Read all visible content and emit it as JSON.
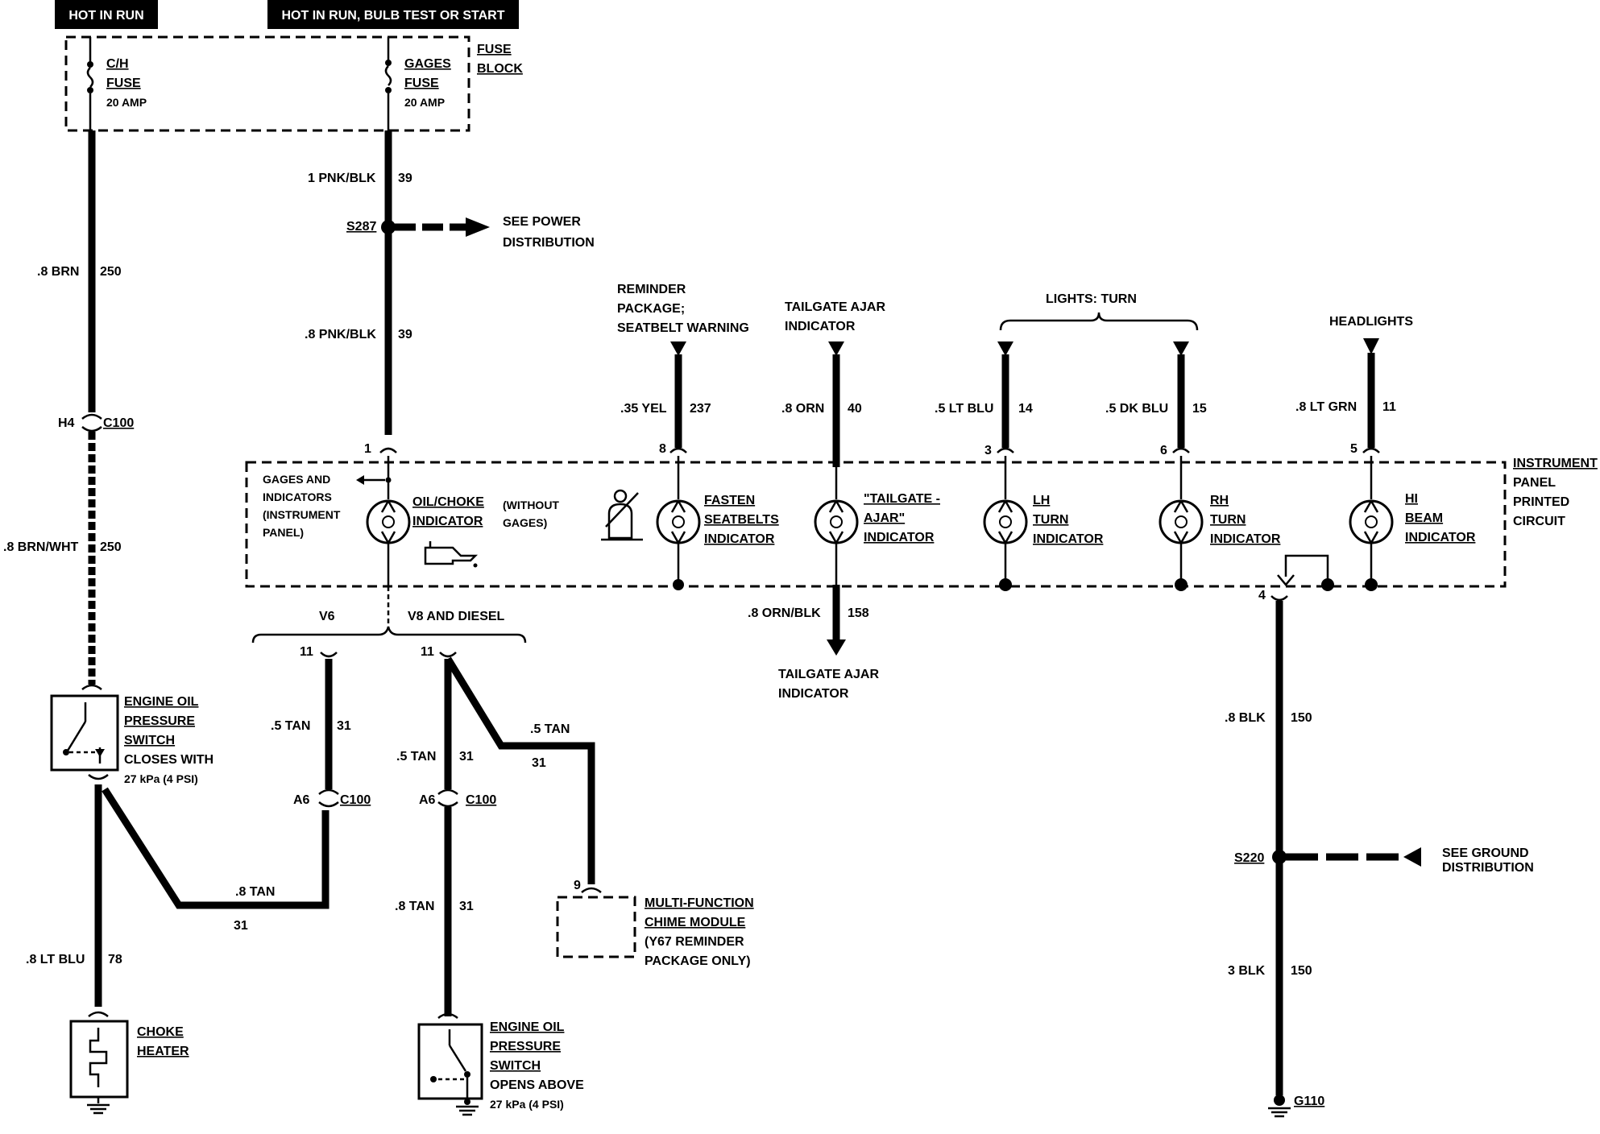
{
  "headers": {
    "hot_in_run": "HOT IN RUN",
    "hot_in_run_bulb": "HOT IN RUN, BULB TEST OR START"
  },
  "fuse_block": {
    "label_1": "FUSE",
    "label_2": "BLOCK",
    "ch_fuse_1": "C/H",
    "ch_fuse_2": "FUSE",
    "ch_fuse_amp": "20 AMP",
    "gages_fuse_1": "GAGES",
    "gages_fuse_2": "FUSE",
    "gages_fuse_amp": "20 AMP"
  },
  "wires": {
    "w250_top_gauge": ".8 BRN",
    "w250_top_num": "250",
    "w250_bot_gauge": ".8 BRN/WHT",
    "w250_bot_num": "250",
    "w39_top_gauge": "1 PNK/BLK",
    "w39_top_num": "39",
    "w39_bot_gauge": ".8 PNK/BLK",
    "w39_bot_num": "39",
    "w237_gauge": ".35 YEL",
    "w237_num": "237",
    "w40_gauge": ".8 ORN",
    "w40_num": "40",
    "w14_gauge": ".5 LT BLU",
    "w14_num": "14",
    "w15_gauge": ".5 DK BLU",
    "w15_num": "15",
    "w11_gauge": ".8 LT GRN",
    "w11_num": "11",
    "w158_gauge": ".8 ORN/BLK",
    "w158_num": "158",
    "w150_top_gauge": ".8 BLK",
    "w150_top_num": "150",
    "w150_bot_gauge": "3 BLK",
    "w150_bot_num": "150",
    "w31_v6_gauge": ".5 TAN",
    "w31_v6_num": "31",
    "w31_v8_gauge": ".5 TAN",
    "w31_v8_num": "31",
    "w31_chime_gauge": ".5 TAN",
    "w31_chime_num": "31",
    "w31_diag_gauge": ".8 TAN",
    "w31_diag_num": "31",
    "w31_v8_bot_gauge": ".8 TAN",
    "w31_v8_bot_num": "31",
    "w78_gauge": ".8 LT BLU",
    "w78_num": "78"
  },
  "splices": {
    "s287": "S287",
    "s220": "S220"
  },
  "connectors": {
    "h4": "H4",
    "c100_a": "C100",
    "a6_a": "A6",
    "c100_b": "C100",
    "a6_b": "A6",
    "c100_c": "C100",
    "pin_1": "1",
    "pin_8": "8",
    "pin_3": "3",
    "pin_6": "6",
    "pin_5": "5",
    "pin_4": "4",
    "pin_11_a": "11",
    "pin_11_b": "11",
    "pin_9": "9"
  },
  "references": {
    "power_1": "SEE POWER",
    "power_2": "DISTRIBUTION",
    "ground_1": "SEE GROUND",
    "ground_2": "DISTRIBUTION",
    "reminder_1": "REMINDER",
    "reminder_2": "PACKAGE;",
    "reminder_3": "SEATBELT WARNING",
    "tailgate_in_1": "TAILGATE AJAR",
    "tailgate_in_2": "INDICATOR",
    "lights_turn": "LIGHTS:  TURN",
    "headlights": "HEADLIGHTS",
    "tailgate_out_1": "TAILGATE AJAR",
    "tailgate_out_2": "INDICATOR"
  },
  "panel": {
    "label_1": "INSTRUMENT",
    "label_2": "PANEL",
    "label_3": "PRINTED",
    "label_4": "CIRCUIT",
    "gages_1": "GAGES AND",
    "gages_2": "INDICATORS",
    "gages_3": "(INSTRUMENT",
    "gages_4": "PANEL)",
    "oil_1": "OIL/CHOKE",
    "oil_2": "INDICATOR",
    "without_1": "(WITHOUT",
    "without_2": "GAGES)",
    "fasten_1": "FASTEN",
    "fasten_2": "SEATBELTS",
    "fasten_3": "INDICATOR",
    "tailgate_1": "\"TAILGATE -",
    "tailgate_2": "AJAR\"",
    "tailgate_3": "INDICATOR",
    "lh_1": "LH",
    "lh_2": "TURN",
    "lh_3": "INDICATOR",
    "rh_1": "RH",
    "rh_2": "TURN",
    "rh_3": "INDICATOR",
    "hi_1": "HI",
    "hi_2": "BEAM",
    "hi_3": "INDICATOR"
  },
  "engine_options": {
    "v6": "V6",
    "v8": "V8 AND DIESEL"
  },
  "components": {
    "eops_close_1": "ENGINE OIL",
    "eops_close_2": "PRESSURE",
    "eops_close_3": "SWITCH",
    "eops_close_4": "CLOSES WITH",
    "eops_close_5": "27 kPa (4 PSI)",
    "choke_1": "CHOKE",
    "choke_2": "HEATER",
    "eops_open_1": "ENGINE OIL",
    "eops_open_2": "PRESSURE",
    "eops_open_3": "SWITCH",
    "eops_open_4": "OPENS ABOVE",
    "eops_open_5": "27 kPa (4 PSI)",
    "chime_1": "MULTI-FUNCTION",
    "chime_2": "CHIME MODULE",
    "chime_3": "(Y67 REMINDER",
    "chime_4": "PACKAGE ONLY)",
    "ground_g110": "G110"
  }
}
